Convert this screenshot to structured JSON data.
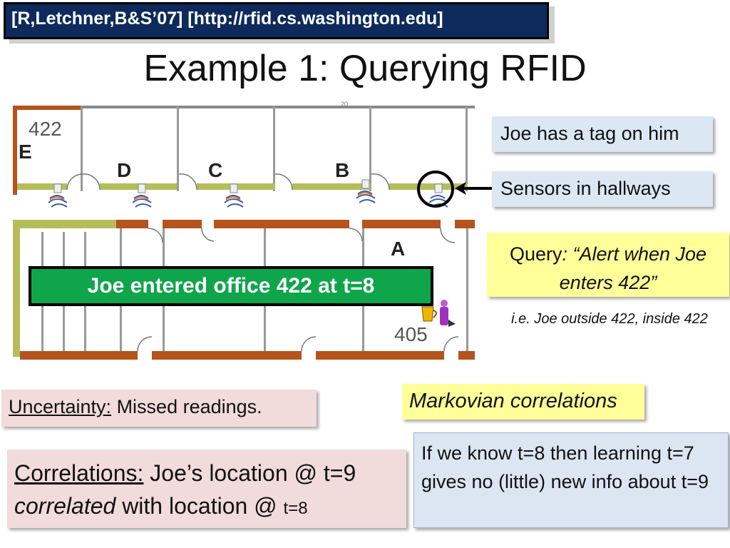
{
  "citation": "[R,Letchner,B&S’07] [http://rfid.cs.washington.edu]",
  "title": "Example 1: Querying RFID",
  "floorplan": {
    "room_top": "422",
    "room_bottom": "405",
    "labels": {
      "e": "E",
      "d": "D",
      "c": "C",
      "b": "B",
      "a": "A"
    },
    "small_mark": "20"
  },
  "event_banner": "Joe entered office 422 at t=8",
  "callouts": {
    "tag": "Joe has a tag on him",
    "sensors": "Sensors in hallways",
    "query_prefix": "Query",
    "query_text": ": “Alert when Joe enters 422”",
    "query_note": "i.e. Joe outside 422, inside 422",
    "markov": "Markovian correlations",
    "uncertainty_label": "Uncertainty:",
    "uncertainty_text": " Missed readings.",
    "correlations_label": "Correlations:",
    "correlations_text1": " Joe’s location @ t=9",
    "correlations_italic": "correlated",
    "correlations_text2": " with location @ ",
    "correlations_small": "t=8",
    "learning": "If we know t=8 then learning t=7 gives no (little) new info about t=9"
  },
  "colors": {
    "wall_brown": "#b5531c",
    "wall_green": "#b5bd5a",
    "banner_green": "#0fa54b",
    "citation_bg": "#0e2a5c"
  },
  "icons": [
    "sensor-icon",
    "person-icon",
    "mug-icon",
    "arrow-icon"
  ]
}
